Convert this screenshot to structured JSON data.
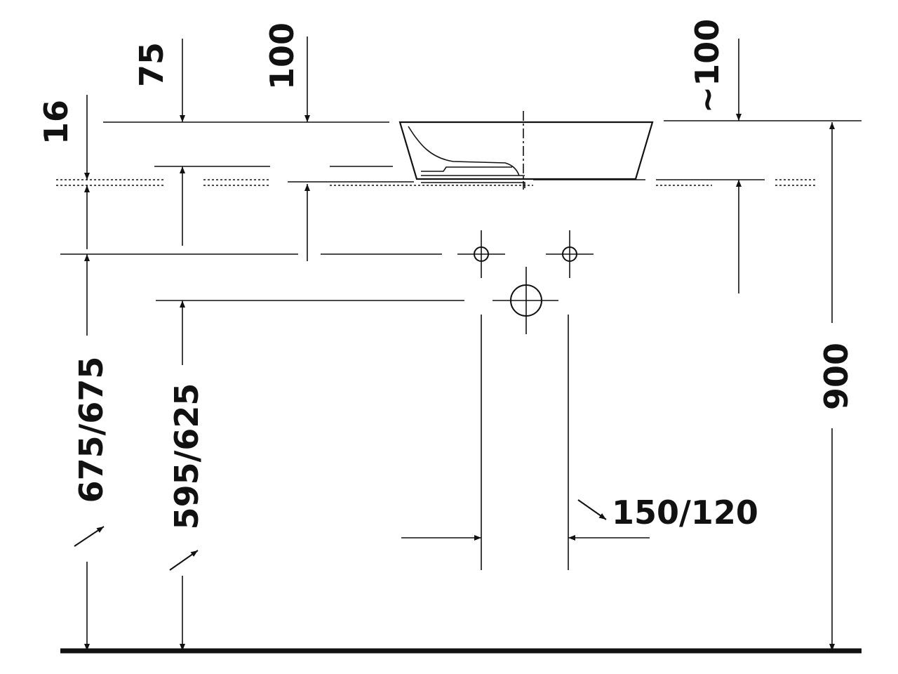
{
  "dimensions": {
    "d16": "16",
    "d75": "75",
    "d100": "100",
    "d100_approx": "~100",
    "d675": "675/675",
    "d595": "595/625",
    "d900": "900",
    "d150": "150/120"
  },
  "colors": {
    "ink": "#111111",
    "background": "#ffffff"
  }
}
